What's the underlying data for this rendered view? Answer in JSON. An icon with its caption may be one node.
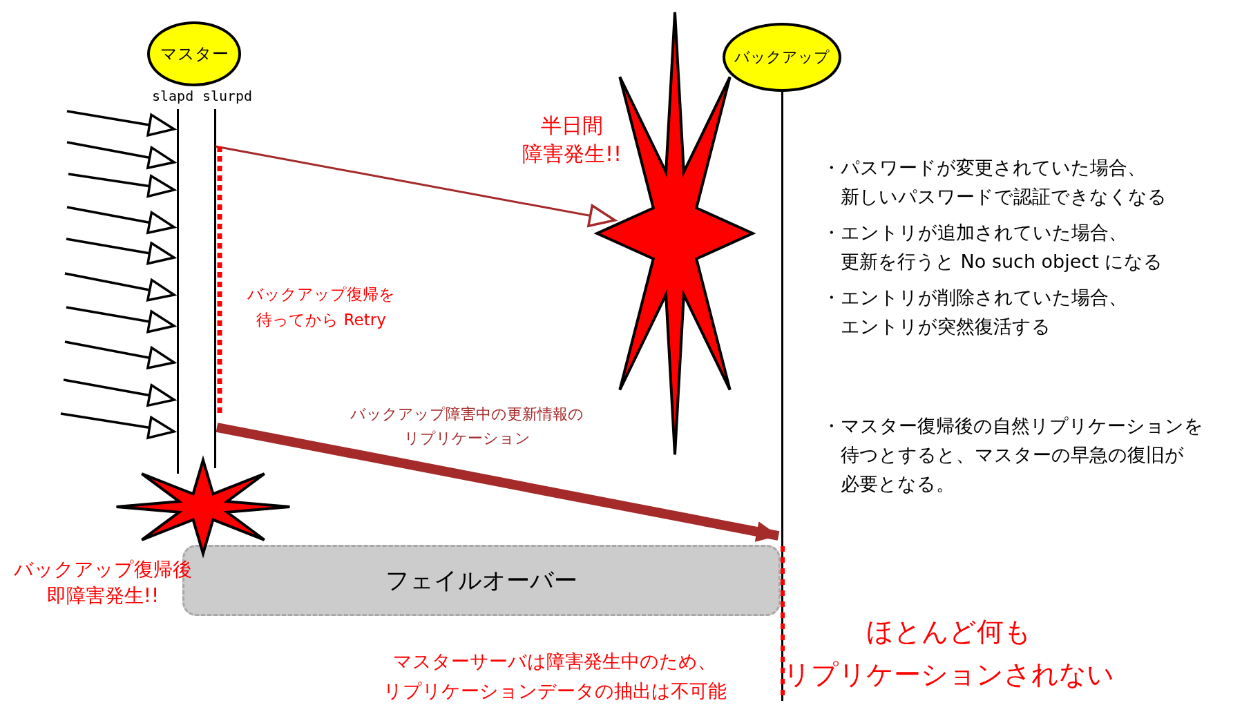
{
  "diagram": {
    "nodes": [
      {
        "text": [
          "マスター"
        ]
      },
      {
        "text": [
          "バックアップ"
        ]
      },
      {
        "text": [],
        "shape": "line",
        "beside": [
          "slapd"
        ]
      },
      {
        "text": [],
        "shape": "line",
        "beside": [
          "slurpd"
        ]
      },
      {
        "text": [],
        "shape": "line"
      },
      {
        "text": [],
        "shape": "star",
        "beside": [
          "半日間障害発生!!"
        ]
      },
      {
        "text": [],
        "shape": "star",
        "beside": [
          "バックアップ復帰後即障害発生!!"
        ]
      },
      {
        "text": [
          "フェイルオーバー"
        ]
      }
    ],
    "edges": [
      {
        "from": null,
        "to": 2,
        "arrow": "to"
      },
      {
        "from": null,
        "to": 2,
        "arrow": "to"
      },
      {
        "from": null,
        "to": 2,
        "arrow": "to"
      },
      {
        "from": null,
        "to": 2,
        "arrow": "to"
      },
      {
        "from": null,
        "to": 2,
        "arrow": "to"
      },
      {
        "from": null,
        "to": 2,
        "arrow": "to"
      },
      {
        "from": null,
        "to": 2,
        "arrow": "to"
      },
      {
        "from": null,
        "to": 2,
        "arrow": "to"
      },
      {
        "from": null,
        "to": 2,
        "arrow": "to"
      },
      {
        "from": null,
        "to": 2,
        "arrow": "to"
      },
      {
        "from": 3,
        "to": 5,
        "arrow": "to",
        "color": "#a52a2a"
      },
      {
        "from": 3,
        "to": 4,
        "arrow": "to",
        "label": "バックアップ障害中の更新情報のリプリケーション",
        "style": "thick",
        "color": "#a52a2a"
      }
    ],
    "labels": [
      "バックアップ復帰を待ってから Retry",
      "マスターサーバは障害発生中のため、リプリケーションデータの抽出は不可能",
      "ほとんど何もリプリケーションされない",
      "・パスワードが変更されていた場合、新しいパスワードで認証できなくなる",
      "・エントリが追加されていた場合、更新を行うと No such object になる",
      "・エントリが削除されていた場合、エントリが突然復活する",
      "・マスター復帰後の自然リプリケーションを待つとすると、マスターの早急の復旧が必要となる。"
    ]
  }
}
